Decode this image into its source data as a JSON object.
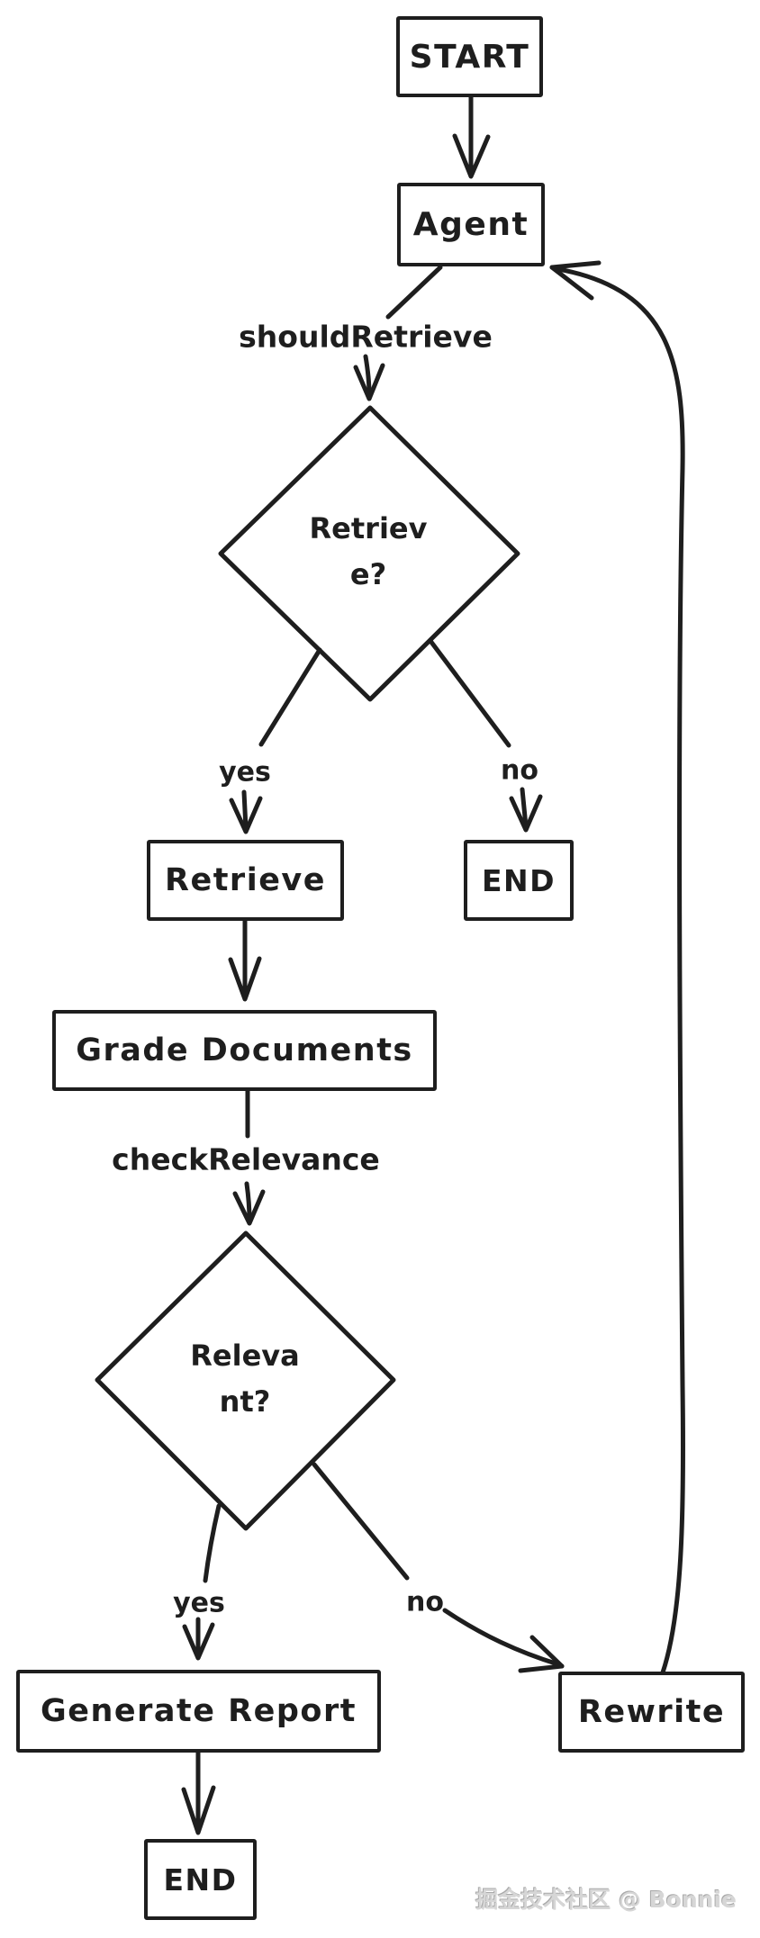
{
  "flowchart": {
    "nodes": {
      "start": {
        "label": "START"
      },
      "agent": {
        "label": "Agent"
      },
      "retrieve_decision": {
        "label": "Retriev\ne?"
      },
      "retrieve": {
        "label": "Retrieve"
      },
      "end_after_no": {
        "label": "END"
      },
      "grade_documents": {
        "label": "Grade Documents"
      },
      "relevant_decision": {
        "label": "Releva\nnt?"
      },
      "generate_report": {
        "label": "Generate Report"
      },
      "rewrite": {
        "label": "Rewrite"
      },
      "end_final": {
        "label": "END"
      }
    },
    "edge_labels": {
      "should_retrieve": "shouldRetrieve",
      "check_relevance": "checkRelevance",
      "retrieve_yes": "yes",
      "retrieve_no": "no",
      "relevant_yes": "yes",
      "relevant_no": "no"
    },
    "watermark": "掘金技术社区 @ Bonnie",
    "colors": {
      "stroke": "#1e1e1e",
      "background": "#ffffff",
      "watermark": "#d6d6d6"
    }
  }
}
